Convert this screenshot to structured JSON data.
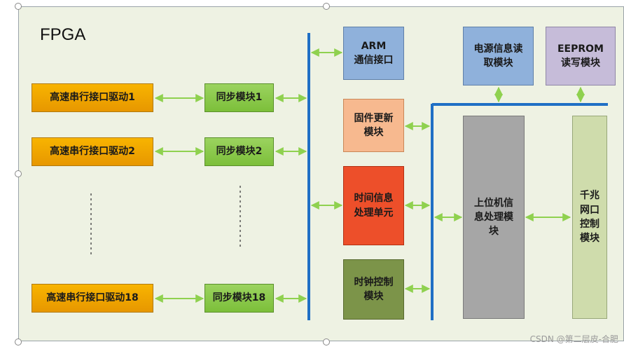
{
  "title": "FPGA",
  "drivers": [
    "高速串行接口驱动1",
    "高速串行接口驱动2",
    "高速串行接口驱动18"
  ],
  "sync_modules": [
    "同步模块1",
    "同步模块2",
    "同步模块18"
  ],
  "center_modules": {
    "arm": "ARM\n通信接口",
    "firmware": "固件更新\n模块",
    "time": "时间信息\n处理单元",
    "clock": "时钟控制\n模块"
  },
  "right_modules": {
    "power": "电源信息读\n取模块",
    "eeprom": "EEPROM\n读写模块",
    "host": "上位机信\n息处理模\n块",
    "ethernet": "千兆\n网口\n控制\n模块"
  },
  "watermark": "CSDN @第二层皮-合肥",
  "colors": {
    "bus": "#1f6fc5",
    "arrow": "#8fd14f",
    "frame_bg": "#eef2e3"
  }
}
